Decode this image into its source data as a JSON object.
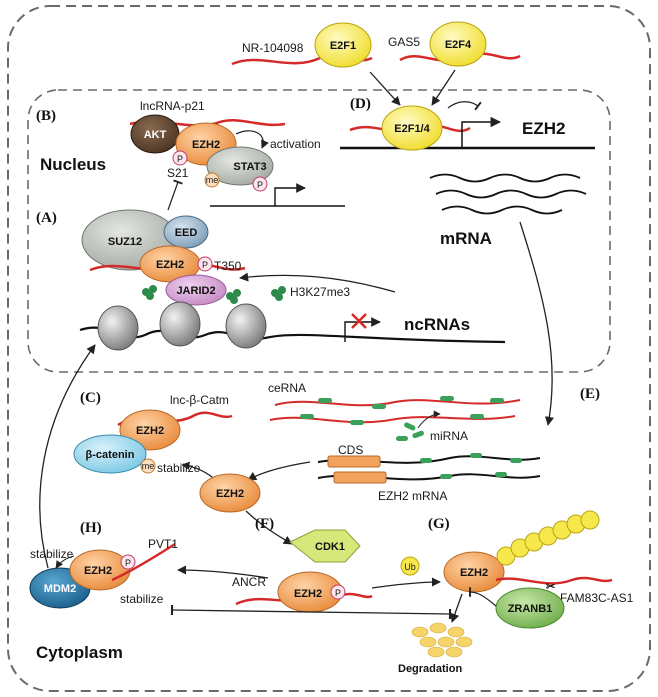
{
  "compartments": {
    "nucleus": "Nucleus",
    "cytoplasm": "Cytoplasm"
  },
  "sections": {
    "A": "(A)",
    "B": "(B)",
    "C": "(C)",
    "D": "(D)",
    "E": "(E)",
    "F": "(F)",
    "G": "(G)",
    "H": "(H)"
  },
  "top": {
    "nr": "NR-104098",
    "e2f1": "E2F1",
    "gas5": "GAS5",
    "e2f4": "E2F4",
    "e2f14": "E2F1/4",
    "ezh2_gene": "EZH2",
    "mrna": "mRNA"
  },
  "b": {
    "lnc": "lncRNA-p21",
    "akt": "AKT",
    "ezh2": "EZH2",
    "stat3": "STAT3",
    "activation": "activation",
    "s21": "S21",
    "p": "P",
    "me": "me"
  },
  "a": {
    "suz12": "SUZ12",
    "eed": "EED",
    "ezh2": "EZH2",
    "t350": "T350",
    "jarid2": "JARID2",
    "h3k27": "H3K27me3",
    "ncrnas": "ncRNAs",
    "p": "P"
  },
  "c": {
    "lnc": "lnc-β-Catm",
    "ezh2": "EZH2",
    "bcat": "β-catenin",
    "stabilize": "stabilize",
    "me": "me"
  },
  "e": {
    "cerna": "ceRNA",
    "mirna": "miRNA",
    "cds": "CDS",
    "ezh2mrna": "EZH2 mRNA"
  },
  "center": {
    "ezh2": "EZH2"
  },
  "f": {
    "cdk1": "CDK1",
    "ancr": "ANCR",
    "ezh2": "EZH2",
    "p": "P"
  },
  "g": {
    "ub": "Ub",
    "ezh2": "EZH2",
    "fam": "FAM83C-AS1",
    "zranb1": "ZRANB1",
    "degradation": "Degradation"
  },
  "h": {
    "stabilize1": "stabilize",
    "stabilize2": "stabilize",
    "pvt1": "PVT1",
    "ezh2": "EZH2",
    "mdm2": "MDM2",
    "p": "P"
  },
  "colors": {
    "ezh2": "#f2a25c",
    "e2f": "#f6e84a",
    "rna": "#d42a2a",
    "mirna": "#3aa05a"
  }
}
